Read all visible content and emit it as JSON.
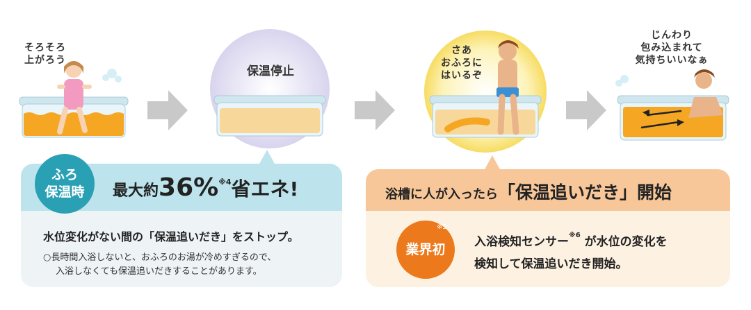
{
  "scene1": {
    "speech": [
      "そろそろ",
      "上がろう"
    ]
  },
  "scene2": {
    "label": "保温停止"
  },
  "scene3": {
    "speech": [
      "さあ",
      "おふろに",
      "はいるぞ"
    ]
  },
  "scene4": {
    "speech": [
      "じんわり",
      "包み込まれて",
      "気持ちいいなぁ"
    ]
  },
  "left_panel": {
    "badge": [
      "ふろ",
      "保温時"
    ],
    "title_prefix": "最大約",
    "title_value": "36%",
    "title_note": "※4",
    "title_suffix": "省エネ!",
    "main": "水位変化がない間の「保温追いだき」をストップ。",
    "note_line1": "○長時間入浴しないと、おふろのお湯が冷めすぎるので、",
    "note_line2": "入浴しなくても保温追いだきすることがあります。"
  },
  "right_panel": {
    "title_prefix": "浴槽に人が入ったら",
    "title_main": "「保温追いだき」",
    "title_suffix": "開始",
    "badge": "業界初",
    "badge_note": "※5",
    "line1_a": "入浴検知センサー",
    "line1_note": "※6",
    "line1_b": " が水位の変化を",
    "line2": "検知して保温追いだき開始。"
  },
  "colors": {
    "water": "#f5a623",
    "water_pale": "#f8d89a",
    "tub_rim": "#cfe6ee",
    "arrow": "#c9c9c9",
    "teal": "#2aa0b5",
    "orange": "#ec7a1c"
  }
}
